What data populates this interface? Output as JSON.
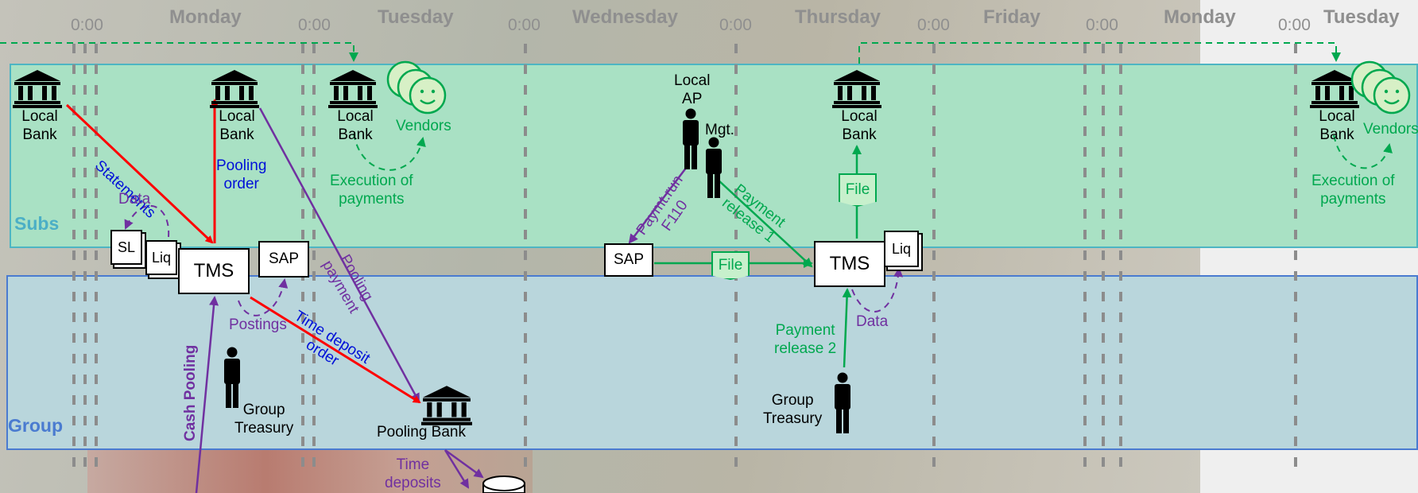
{
  "timeline": {
    "days": [
      "Monday",
      "Tuesday",
      "Wednesday",
      "Thursday",
      "Friday",
      "Monday",
      "Tuesday"
    ],
    "midnight": "0:00"
  },
  "bands": {
    "subs": "Subs",
    "group": "Group"
  },
  "monday": {
    "local_bank_1": "Local\nBank",
    "local_bank_2": "Local\nBank",
    "local_bank_3": "Local\nBank",
    "vendors": "Vendors",
    "execution": "Execution of\npayments",
    "statements": "Statements",
    "pooling_order": "Pooling\norder",
    "data": "Data",
    "sl": "SL",
    "liq": "Liq",
    "tms": "TMS",
    "sap": "SAP",
    "postings": "Postings",
    "pooling_payment": "Pooling\npayment",
    "time_deposit_order": "Time deposit\norder",
    "cash_pooling": "Cash Pooling",
    "group_treasury": "Group\nTreasury",
    "pooling_bank": "Pooling Bank",
    "time_deposits": "Time\ndeposits"
  },
  "wednesday": {
    "local_ap": "Local\nAP",
    "mgt": "Mgt.",
    "paymt_run": "Paymt.run\nF110",
    "payment_release_1": "Payment\nrelease 1",
    "sap": "SAP",
    "file": "File"
  },
  "thursday": {
    "local_bank": "Local\nBank",
    "file": "File",
    "tms": "TMS",
    "liq": "Liq",
    "data": "Data",
    "payment_release_2": "Payment\nrelease 2",
    "group_treasury": "Group\nTreasury"
  },
  "tuesday2": {
    "local_bank": "Local\nBank",
    "vendors": "Vendors",
    "execution": "Execution of\npayments"
  },
  "colors": {
    "green": "#00a84f",
    "purple": "#7030a0",
    "red": "#ff0000",
    "blue": "#0010d8",
    "subs_band": "#a9e1c4",
    "group_band": "#b9d6dc"
  },
  "icons": [
    "bank-icon",
    "vendors-icon",
    "person-icon",
    "database-icon",
    "document-icon"
  ]
}
